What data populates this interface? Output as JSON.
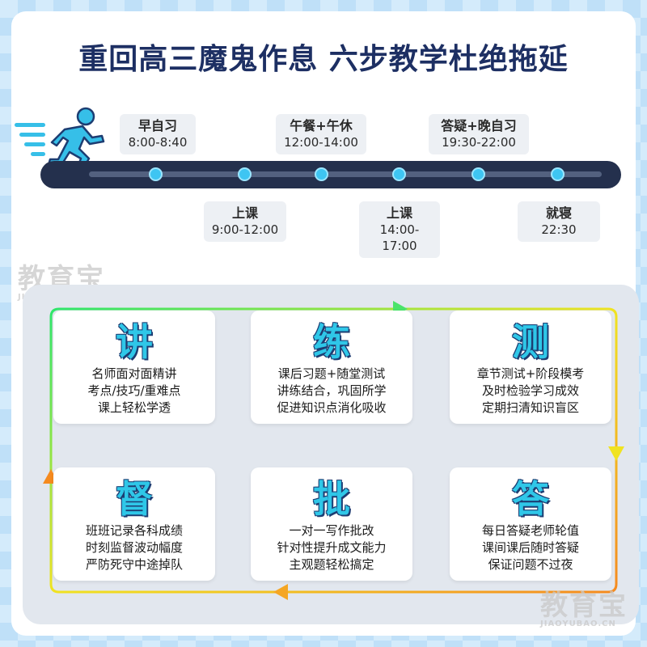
{
  "title": "重回高三魔鬼作息  六步教学杜绝拖延",
  "schedule_top": [
    {
      "name": "早自习",
      "time": "8:00-8:40"
    },
    {
      "name": "午餐+午休",
      "time": "12:00-14:00"
    },
    {
      "name": "答疑+晚自习",
      "time": "19:30-22:00"
    }
  ],
  "schedule_bottom": [
    {
      "name": "上课",
      "time": "9:00-12:00"
    },
    {
      "name": "上课",
      "time": "14:00-17:00"
    },
    {
      "name": "就寝",
      "time": "22:30"
    }
  ],
  "steps": [
    {
      "char": "讲",
      "lines": [
        "名师面对面精讲",
        "考点/技巧/重难点",
        "课上轻松学透"
      ]
    },
    {
      "char": "练",
      "lines": [
        "课后习题+随堂测试",
        "讲练结合，巩固所学",
        "促进知识点消化吸收"
      ]
    },
    {
      "char": "测",
      "lines": [
        "章节测试+阶段模考",
        "及时检验学习成效",
        "定期扫清知识盲区"
      ]
    },
    {
      "char": "督",
      "lines": [
        "班班记录各科成绩",
        "时刻监督波动幅度",
        "严防死守中途掉队"
      ]
    },
    {
      "char": "批",
      "lines": [
        "一对一写作批改",
        "针对性提升成文能力",
        "主观题轻松搞定"
      ]
    },
    {
      "char": "答",
      "lines": [
        "每日答疑老师轮值",
        "课间课后随时答疑",
        "保证问题不过夜"
      ]
    }
  ],
  "watermark": {
    "main": "教育宝",
    "sub": "JIAOYUBAO.CN"
  },
  "colors": {
    "accent": "#2fc7e8",
    "title": "#1d2f63",
    "timeline": "#24304d",
    "loop_start": "#2ee66b",
    "loop_mid": "#f0e321",
    "loop_end": "#f58a1f"
  },
  "icons": [
    "runner-icon",
    "arrow-right-icon",
    "arrow-down-icon",
    "arrow-left-icon",
    "arrow-up-icon"
  ]
}
